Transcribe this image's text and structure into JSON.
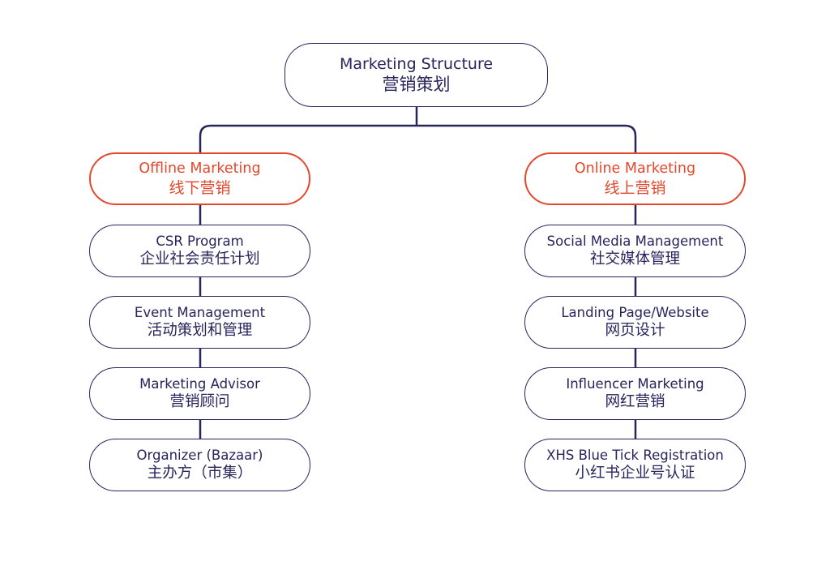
{
  "colors": {
    "line": "#28245c",
    "category": "#e4472c",
    "text": "#28245c"
  },
  "root": {
    "en": "Marketing Structure",
    "zh": "营销策划"
  },
  "offline": {
    "en": "Offline Marketing",
    "zh": "线下营销",
    "items": [
      {
        "en": "CSR Program",
        "zh": "企业社会责任计划"
      },
      {
        "en": "Event Management",
        "zh": "活动策划和管理"
      },
      {
        "en": "Marketing Advisor",
        "zh": "营销顾问"
      },
      {
        "en": "Organizer (Bazaar)",
        "zh": "主办方（市集）"
      }
    ]
  },
  "online": {
    "en": "Online Marketing",
    "zh": "线上营销",
    "items": [
      {
        "en": "Social Media Management",
        "zh": "社交媒体管理"
      },
      {
        "en": "Landing Page/Website",
        "zh": "网页设计"
      },
      {
        "en": "Influencer Marketing",
        "zh": "网红营销"
      },
      {
        "en": "XHS Blue Tick Registration",
        "zh": "小红书企业号认证"
      }
    ]
  }
}
